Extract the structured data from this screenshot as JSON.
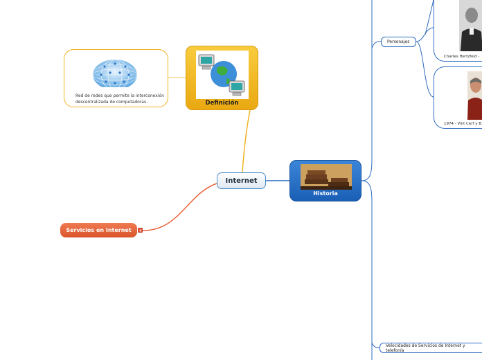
{
  "central": {
    "label": "Internet"
  },
  "definicion": {
    "label": "Definición",
    "image_icon": "computers-globe-icon",
    "note": {
      "text": "Red de redes que permite la interconexión descentralizada de computadoras.",
      "image_icon": "network-sphere-icon"
    }
  },
  "historia": {
    "label": "Historia",
    "image_icon": "old-books-icon"
  },
  "servicios": {
    "label": "Servicios en Internet",
    "toggle": "+"
  },
  "personajes": {
    "label": "Personajes",
    "cards": [
      {
        "caption": "Charles Hertzfeld -",
        "image_icon": "portrait-photo-icon"
      },
      {
        "caption": "1974 - Vint Cerf y B",
        "image_icon": "portrait-photo-icon"
      }
    ]
  },
  "velocidades": {
    "label": "Velocidades de Servicios de Internet y telefonía"
  },
  "colors": {
    "definicion": "#eaa812",
    "historia": "#1a5fb5",
    "servicios": "#d9542a",
    "central_border": "#4a8cc4",
    "branch_blue": "#2d6bbd"
  }
}
